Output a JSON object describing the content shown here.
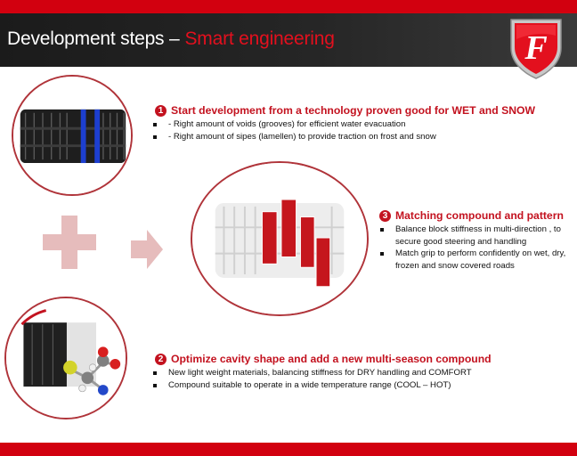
{
  "header": {
    "title": "Development steps –",
    "title_accent": "Smart engineering",
    "logo_letter": "F"
  },
  "steps": [
    {
      "number": "1",
      "title": "Start development from a technology proven good for WET and SNOW",
      "bullets": [
        "- Right amount of voids (grooves) for efficient water evacuation",
        "-  Right amount of sipes (lamellen) to provide traction on frost and snow"
      ]
    },
    {
      "number": "2",
      "title": "Optimize cavity shape and add a new multi-season compound",
      "bullets": [
        "New light weight materials, balancing stiffness for DRY handling and COMFORT",
        "Compound suitable to operate in a wide temperature range (COOL – HOT)"
      ]
    },
    {
      "number": "3",
      "title": "Matching compound and pattern",
      "bullets": [
        "Balance block stiffness in multi-direction , to secure  good steering and handling",
        "Match grip to perform confidently on wet, dry, frozen and snow covered roads"
      ]
    }
  ],
  "colors": {
    "brand_red": "#d2000f",
    "title_red": "#c3121f",
    "ring_border": "#b0343a",
    "plus_arrow": "#e6bcbc",
    "header_bg": "#222222"
  },
  "icons": [
    "firestone-logo",
    "plus-icon",
    "arrow-right-icon"
  ]
}
